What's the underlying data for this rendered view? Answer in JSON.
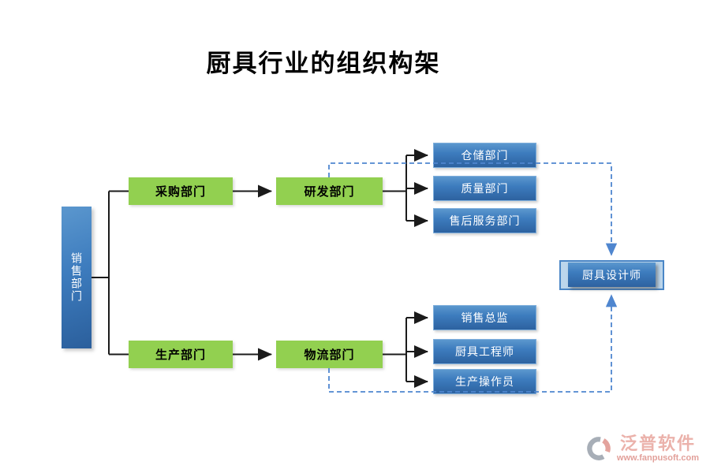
{
  "title": "厨具行业的组织构架",
  "nodes": {
    "sales": "销售部门",
    "purchase": "采购部门",
    "production": "生产部门",
    "rd": "研发部门",
    "logistics": "物流部门",
    "warehouse": "仓储部门",
    "quality": "质量部门",
    "aftersales": "售后服务部门",
    "sales_director": "销售总监",
    "kitchen_engineer": "厨具工程师",
    "operator": "生产操作员",
    "designer": "厨具设计师"
  },
  "colors": {
    "green_box": "#92d050",
    "blue_box_top": "#5b97ce",
    "blue_box_bottom": "#2d62a0",
    "connector": "#1b1b1b",
    "dashed_line": "#4f86cf",
    "designer_frame": "#bcd6ec",
    "logo_gray": "#98a0ab",
    "logo_salmon": "#df948c"
  },
  "logo": {
    "brand": "泛普软件",
    "website": "www.fanpusoft.com"
  }
}
